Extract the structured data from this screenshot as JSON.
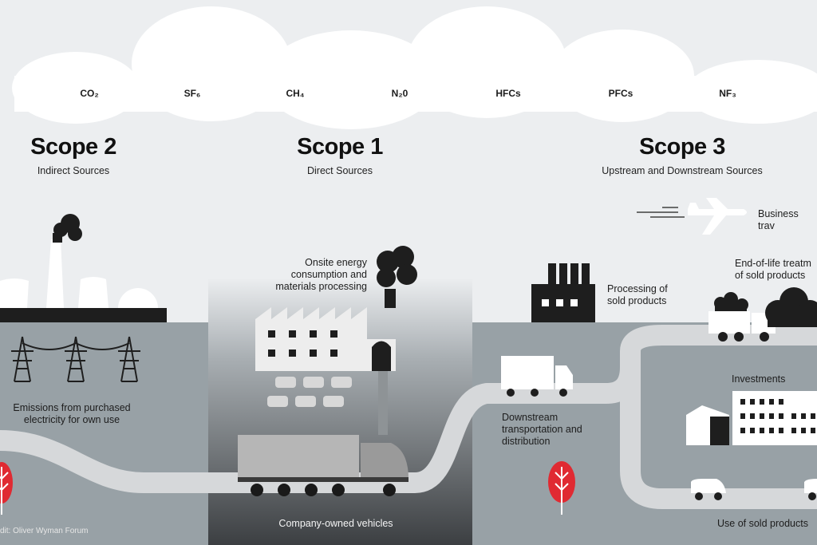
{
  "gases": [
    "CO₂",
    "SF₆",
    "CH₄",
    "N₂0",
    "HFCs",
    "PFCs",
    "NF₃"
  ],
  "scopes": {
    "scope2": {
      "title": "Scope 2",
      "subtitle": "Indirect Sources"
    },
    "scope1": {
      "title": "Scope 1",
      "subtitle": "Direct Sources"
    },
    "scope3": {
      "title": "Scope 3",
      "subtitle": "Upstream and Downstream Sources"
    }
  },
  "labels": {
    "business_travel": "Business trav",
    "onsite_energy": "Onsite energy\nconsumption and\nmaterials processing",
    "processing_sold": "Processing of\nsold products",
    "end_of_life": "End-of-life treatm\nof sold products",
    "emissions_electricity": "Emissions from purchased\nelectricity for own use",
    "investments": "Investments",
    "downstream": "Downstream\ntransportation and\ndistribution",
    "company_vehicles": "Company-owned vehicles",
    "use_of_sold": "Use of sold products"
  },
  "credit": "dit: Oliver Wyman Forum",
  "colors": {
    "background": "#eceef0",
    "ground": "#98a1a6",
    "road": "#d6d8da",
    "accent_red": "#e02a32",
    "dark": "#1e1e1e"
  }
}
